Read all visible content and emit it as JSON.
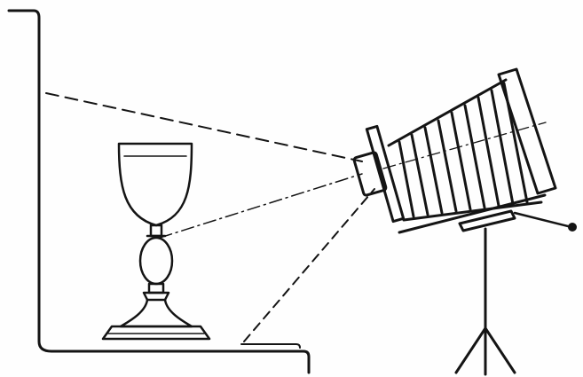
{
  "colors": {
    "ink": "#141414",
    "paper": "#fefefe"
  },
  "figure": {
    "subject": "camera-on-tripod-photographing-goblet",
    "elements": [
      "backdrop",
      "table",
      "goblet",
      "bellows-camera",
      "tripod",
      "sight-lines"
    ],
    "camera_bellows_folds": 9,
    "sight_lines": [
      "upper-frame-line",
      "optical-axis",
      "lower-frame-line"
    ]
  }
}
